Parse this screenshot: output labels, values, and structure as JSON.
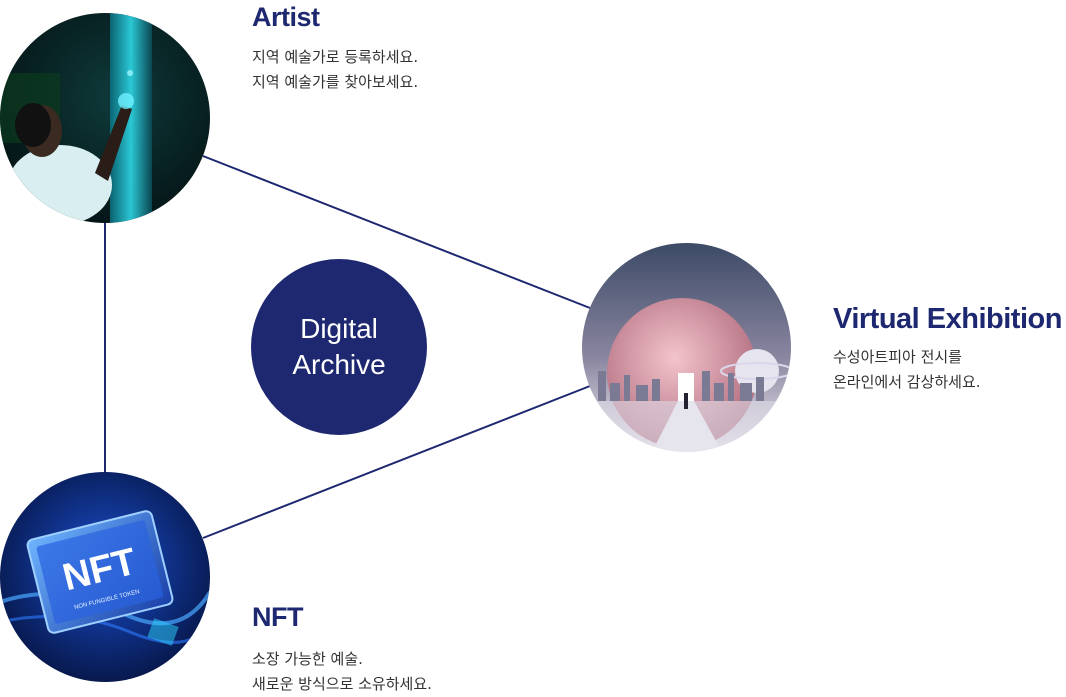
{
  "theme": {
    "brand_color": "#1e2870",
    "line_color": "#1e2870"
  },
  "center": {
    "line1": "Digital",
    "line2": "Archive"
  },
  "nodes": {
    "artist": {
      "title": "Artist",
      "desc_line1": "지역 예술가로 등록하세요.",
      "desc_line2": "지역 예술가를 찾아보세요."
    },
    "virtual": {
      "title": "Virtual Exhibition",
      "desc_line1": "수성아트피아 전시를",
      "desc_line2": "온라인에서 감상하세요."
    },
    "nft": {
      "title": "NFT",
      "desc_line1": "소장 가능한 예술.",
      "desc_line2": "새로운 방식으로 소유하세요.",
      "image_text": "NFT",
      "image_subtext": "NON FUNGIBLE TOKEN"
    }
  }
}
